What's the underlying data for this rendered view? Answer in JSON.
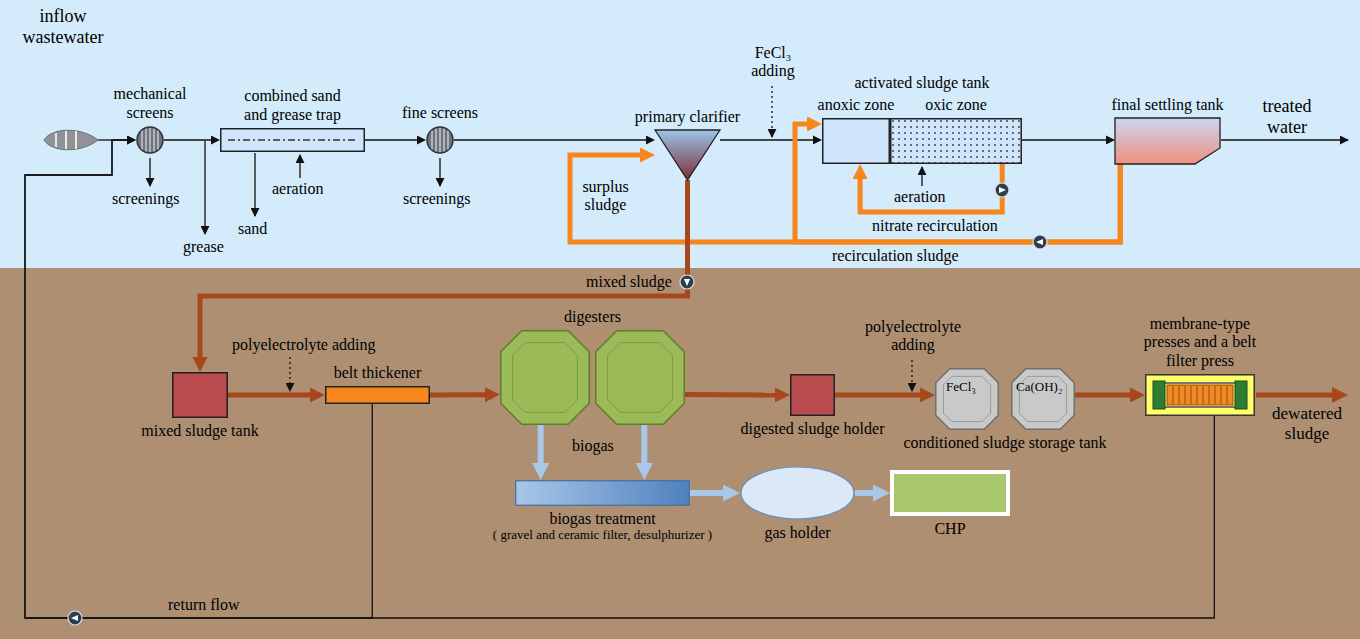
{
  "diagram": {
    "nodes": [
      {
        "text": [
          "mechanical screens"
        ]
      },
      {
        "text": [
          "combined sand and grease trap"
        ]
      },
      {
        "text": [
          "fine screens"
        ]
      },
      {
        "text": [
          "primary clarifier"
        ]
      },
      {
        "text": [
          "activated sludge tank"
        ]
      },
      {
        "text": [
          "anoxic zone"
        ],
        "in": 4
      },
      {
        "text": [
          "oxic zone"
        ],
        "in": 4
      },
      {
        "text": [
          "final settling tank"
        ]
      },
      {
        "text": [
          "mixed sludge tank"
        ]
      },
      {
        "text": [
          "belt thickener"
        ]
      },
      {
        "text": [
          "digesters"
        ]
      },
      {
        "text": [
          "digested sludge holder"
        ]
      },
      {
        "text": [
          "conditioned sludge storage tank"
        ]
      },
      {
        "text": [
          "membrane-type presses and a belt filter press"
        ]
      },
      {
        "text": [
          "biogas treatment",
          "( gravel and ceramic filter, desulphurizer )"
        ]
      },
      {
        "text": [
          "gas holder"
        ]
      },
      {
        "text": [
          "CHP"
        ]
      }
    ],
    "edges": [
      {
        "from": 0,
        "to": 1,
        "arrow": "to"
      },
      {
        "from": 1,
        "to": 2,
        "arrow": "to"
      },
      {
        "from": 2,
        "to": 3,
        "arrow": "to"
      },
      {
        "from": 3,
        "to": 5,
        "arrow": "to"
      },
      {
        "from": 6,
        "to": 7,
        "arrow": "to"
      },
      {
        "from": 6,
        "to": 5,
        "label": "nitrate recirculation",
        "arrow": "to"
      },
      {
        "from": 7,
        "to": 5,
        "label": "recirculation sludge",
        "arrow": "to"
      },
      {
        "from": 7,
        "to": 3,
        "label": "surplus sludge",
        "arrow": "to"
      },
      {
        "from": 3,
        "to": 8,
        "label": "mixed sludge",
        "arrow": "to"
      },
      {
        "from": 8,
        "to": 9,
        "arrow": "to"
      },
      {
        "from": 9,
        "to": 10,
        "arrow": "to"
      },
      {
        "from": 10,
        "to": 11,
        "arrow": "to"
      },
      {
        "from": 11,
        "to": 12,
        "arrow": "to"
      },
      {
        "from": 12,
        "to": 13,
        "arrow": "to"
      },
      {
        "from": 10,
        "to": 14,
        "label": "biogas",
        "arrow": "to"
      },
      {
        "from": 14,
        "to": 15,
        "arrow": "to"
      },
      {
        "from": 15,
        "to": 16,
        "arrow": "to"
      },
      {
        "from": 9,
        "to": 0,
        "label": "return flow",
        "arrow": "to"
      },
      {
        "from": 13,
        "to": 0,
        "arrow": "to"
      }
    ],
    "labels": [
      "inflow wastewater",
      "screenings",
      "grease",
      "sand",
      "aeration",
      "screenings",
      "FeCl₃ adding",
      "aeration",
      "treated water",
      "polyelectrolyte adding",
      "polyelectrolyte adding",
      "FeCl₃",
      "Ca(OH)₂",
      "dewatered sludge"
    ]
  }
}
